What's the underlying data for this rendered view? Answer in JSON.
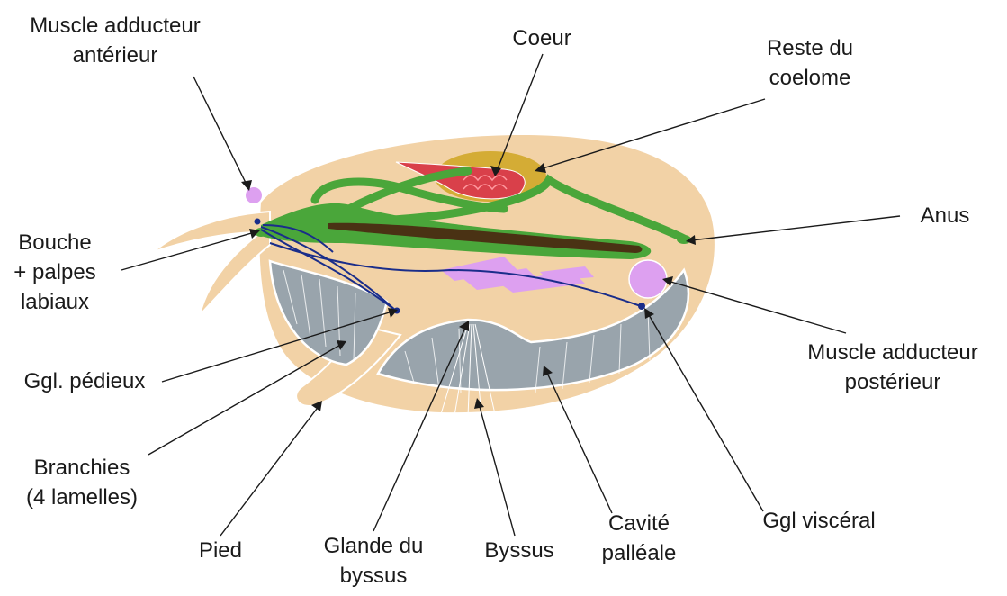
{
  "labels": {
    "muscle_anterieur": [
      "Muscle adducteur",
      "antérieur"
    ],
    "coeur": [
      "Coeur"
    ],
    "reste_coelome": [
      "Reste du",
      "coelome"
    ],
    "anus": [
      "Anus"
    ],
    "bouche": [
      "Bouche",
      "+ palpes",
      "labiaux"
    ],
    "muscle_posterieur": [
      "Muscle adducteur",
      "postérieur"
    ],
    "ggl_pedieux": [
      "Ggl. pédieux"
    ],
    "branchies": [
      "Branchies",
      "(4 lamelles)"
    ],
    "pied": [
      "Pied"
    ],
    "glande_byssus": [
      "Glande du",
      "byssus"
    ],
    "byssus": [
      "Byssus"
    ],
    "cavite_palleale": [
      "Cavité",
      "palléale"
    ],
    "ggl_visceral": [
      "Ggl viscéral"
    ]
  },
  "colors": {
    "mantle": "#f2d2a6",
    "gill": "#99a4ac",
    "digestive": "#4aa63a",
    "intestine": "#4a3214",
    "heart": "#d9404a",
    "pericardium": "#d4ac35",
    "muscle": "#dda0f0",
    "nerve": "#1a2d8a",
    "outline": "#ffffff"
  }
}
